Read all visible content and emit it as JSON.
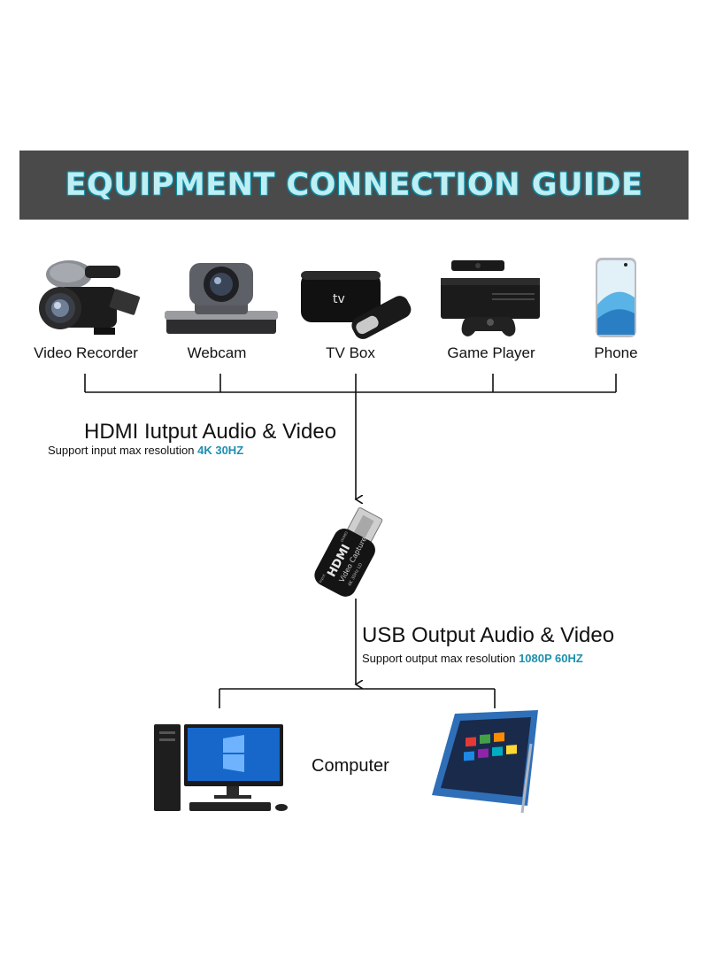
{
  "banner": {
    "title": "EQUIPMENT CONNECTION GUIDE"
  },
  "devices": [
    {
      "label": "Video Recorder",
      "icon": "video-recorder-icon"
    },
    {
      "label": "Webcam",
      "icon": "webcam-icon"
    },
    {
      "label": "TV Box",
      "icon": "tv-box-icon"
    },
    {
      "label": "Game Player",
      "icon": "game-console-icon"
    },
    {
      "label": "Phone",
      "icon": "phone-icon"
    }
  ],
  "input": {
    "heading": "HDMI Iutput Audio & Video",
    "sub_prefix": "Support input max resolution",
    "sub_highlight": "4K 30HZ"
  },
  "adapter": {
    "brand": "HDMI",
    "model": "Video Capture",
    "spec": "4K 30Hz LD",
    "port": "Input",
    "tip": "OHMO"
  },
  "output": {
    "heading": "USB Output Audio & Video",
    "sub_prefix": "Support output max resolution",
    "sub_highlight": "1080P 60HZ"
  },
  "computer": {
    "label": "Computer"
  },
  "colors": {
    "banner_bg": "#4a4a4a",
    "banner_text": "#bfeef3",
    "accent": "#1d8fb0",
    "line": "#111111"
  }
}
